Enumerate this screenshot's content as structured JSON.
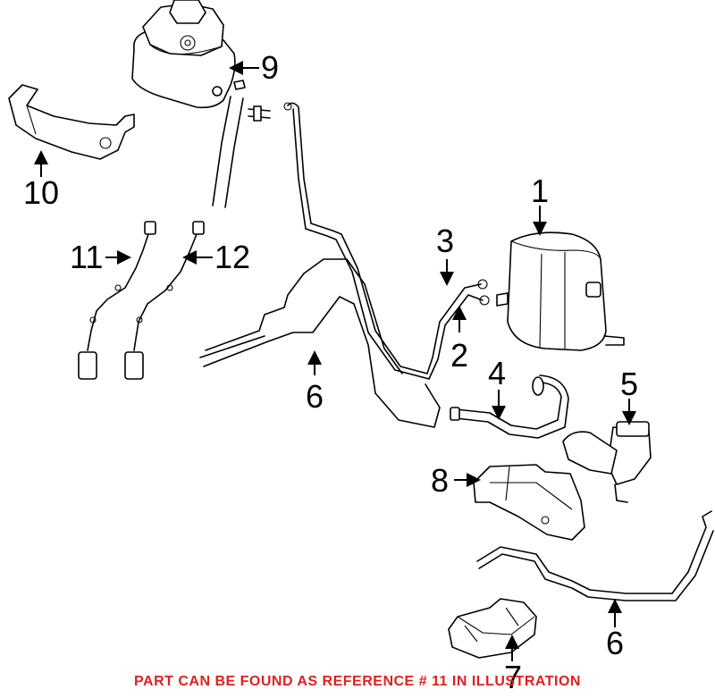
{
  "callouts": [
    {
      "id": "1",
      "label": "1"
    },
    {
      "id": "2",
      "label": "2"
    },
    {
      "id": "3",
      "label": "3"
    },
    {
      "id": "4",
      "label": "4"
    },
    {
      "id": "5",
      "label": "5"
    },
    {
      "id": "6a",
      "label": "6"
    },
    {
      "id": "6b",
      "label": "6"
    },
    {
      "id": "7",
      "label": "7"
    },
    {
      "id": "8",
      "label": "8"
    },
    {
      "id": "9",
      "label": "9"
    },
    {
      "id": "10",
      "label": "10"
    },
    {
      "id": "11",
      "label": "11"
    },
    {
      "id": "12",
      "label": "12"
    }
  ],
  "footer_note": "PART CAN BE FOUND AS REFERENCE # 11 IN ILLUSTRATION",
  "colors": {
    "line": "#000000",
    "note": "#e02020",
    "background": "#ffffff"
  }
}
